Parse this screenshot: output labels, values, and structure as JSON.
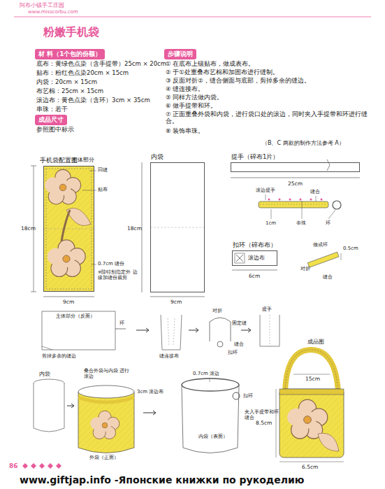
{
  "diagram": {
    "title": "粉嫩手机袋",
    "nodes": [
      {
        "text": [
          "材 料（1个包的份额）"
        ]
      },
      {
        "text": [
          "步骤说明"
        ]
      },
      {
        "text": [
          "成品尺寸"
        ]
      },
      {
        "text": [
          "手机袋配置图",
          "主体部分"
        ]
      },
      {
        "text": [
          "内袋"
        ]
      },
      {
        "text": [
          "提手（碎布1片）"
        ]
      },
      {
        "text": [
          "扣环（碎布布）",
          "滚边布"
        ]
      }
    ],
    "labels": [
      "阿布小镇手工庄园",
      "www.misscorbu.com",
      "底布：黄绿色点染（含手提带）25cm × 20cm",
      "贴布：粉红色点染20cm × 15cm",
      "内袋：20cm × 15cm",
      "布艺棉：25cm × 15cm",
      "滚边布：黄色点染（含环）3cm × 35cm",
      "串珠：若干",
      "参照图中标示",
      "① 在底布上镶贴布，做成表布。",
      "② 于①处重叠布艺棉和加固布进行缝制。",
      "③ 反面对折②，缝合侧面与底部，剪掉多余的缝边。",
      "④ 缝连接布。",
      "⑤ 同样方法做内袋。",
      "⑥ 做手提带和环。",
      "⑦ 正面重叠外袋和内袋，进行袋口处的滚边，同时夹入手提带和环进行缝合。",
      "⑧ 装饰串珠。",
      "（B、C 两款的制作方法参考 A）",
      "回缝",
      "贴布",
      "0.7cm 缝份",
      "※除特别指定外 边缘加缝份裁剪",
      "18cm",
      "9cm",
      "18cm",
      "9cm",
      "25cm",
      "滚边提手",
      "缝合",
      "1cm",
      "串珠",
      "环",
      "6cm",
      "做成环",
      "0.5cm",
      "对折",
      "缝合",
      "主体部分（反面）",
      "环",
      "剪掉多余的缝边",
      "缝连接布",
      "对折",
      "提手",
      "固定缝",
      "缝合",
      "扣环",
      "内袋",
      "叠合外袋与内袋 进行滚边",
      "3cm 滚边布",
      "外袋（正面）",
      "0.7cm 滚边",
      "扣环",
      "夹入手提带和环缝合",
      "内袋（表面）",
      "成品图",
      "15cm",
      "8.5cm",
      "6.5cm",
      "86",
      "www.giftjap.info -Японские книжки по рукоделию"
    ]
  }
}
